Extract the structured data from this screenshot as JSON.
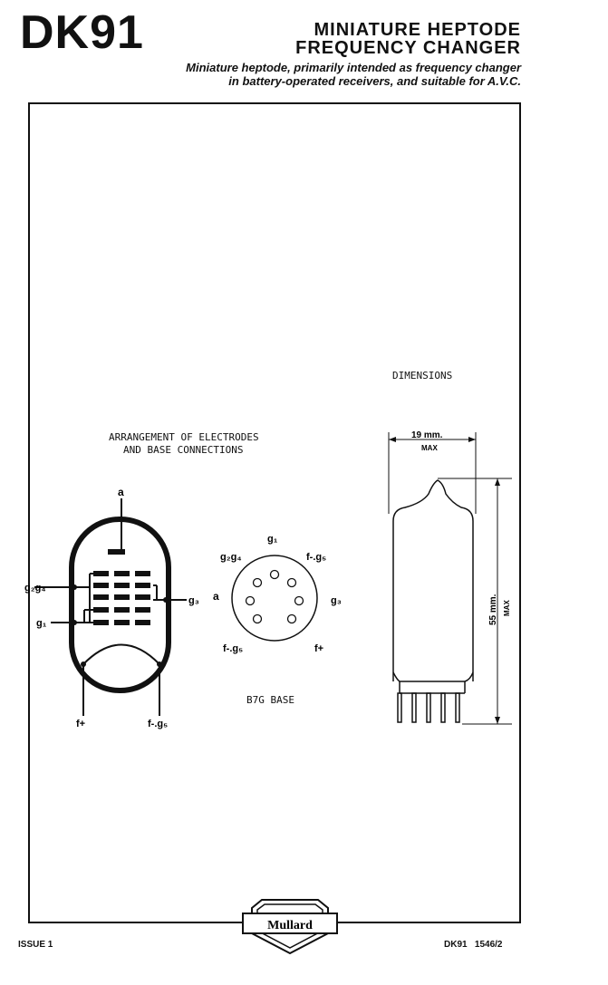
{
  "header": {
    "type_code": "DK91",
    "title_line1": "MINIATURE HEPTODE",
    "title_line2": "FREQUENCY CHANGER",
    "desc_line1": "Miniature heptode, primarily intended as frequency changer",
    "desc_line2": "in battery-operated receivers, and suitable for A.V.C."
  },
  "diagram": {
    "arrangement_line1": "ARRANGEMENT OF ELECTRODES",
    "arrangement_line2": "AND BASE CONNECTIONS",
    "pin_labels": {
      "anode": "a",
      "g2g4": "g₂g₄",
      "g3": "g₃",
      "g1": "g₁",
      "f_plus": "f+",
      "f_minus_g5": "f-.g₅"
    },
    "base": {
      "label": "B7G BASE",
      "pins": {
        "g1": "g₁",
        "g2g4": "g₂g₄",
        "f_minus_g5_top": "f-.g₅",
        "a": "a",
        "g3": "g₃",
        "f_minus_g5_bottom": "f-.g₅",
        "f_plus": "f+"
      }
    }
  },
  "dimensions": {
    "heading": "DIMENSIONS",
    "width_value": "19 mm.",
    "width_qualifier": "MAX",
    "height_value": "55 mm.",
    "height_qualifier": "MAX"
  },
  "footer": {
    "issue": "ISSUE 1",
    "logo": "Mullard",
    "doc_ref": "DK91   1546/2"
  }
}
